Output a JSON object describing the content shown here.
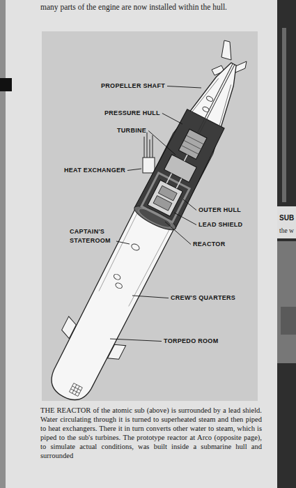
{
  "diagram": {
    "caption": "THE REACTOR of the atomic sub (above) is surrounded by a lead shield. Water circulating through it is turned to superheated steam and then piped to heat exchangers. There it in turn converts other water to steam, which is piped to the sub's turbines. The prototype reactor at Arco (opposite page), to simulate actual conditions, was built inside a submarine hull and surrounded",
    "labels": [
      "many parts of the engine are now installed within the hull.",
      "PROPELLER SHAFT",
      "PRESSURE HULL",
      "TURBINE",
      "HEAT EXCHANGER",
      "OUTER HULL",
      "LEAD SHIELD",
      "REACTOR",
      "CAPTAIN'S STATEROOM",
      "CREW'S QUARTERS",
      "TORPEDO ROOM",
      "SUB",
      "the w"
    ]
  }
}
